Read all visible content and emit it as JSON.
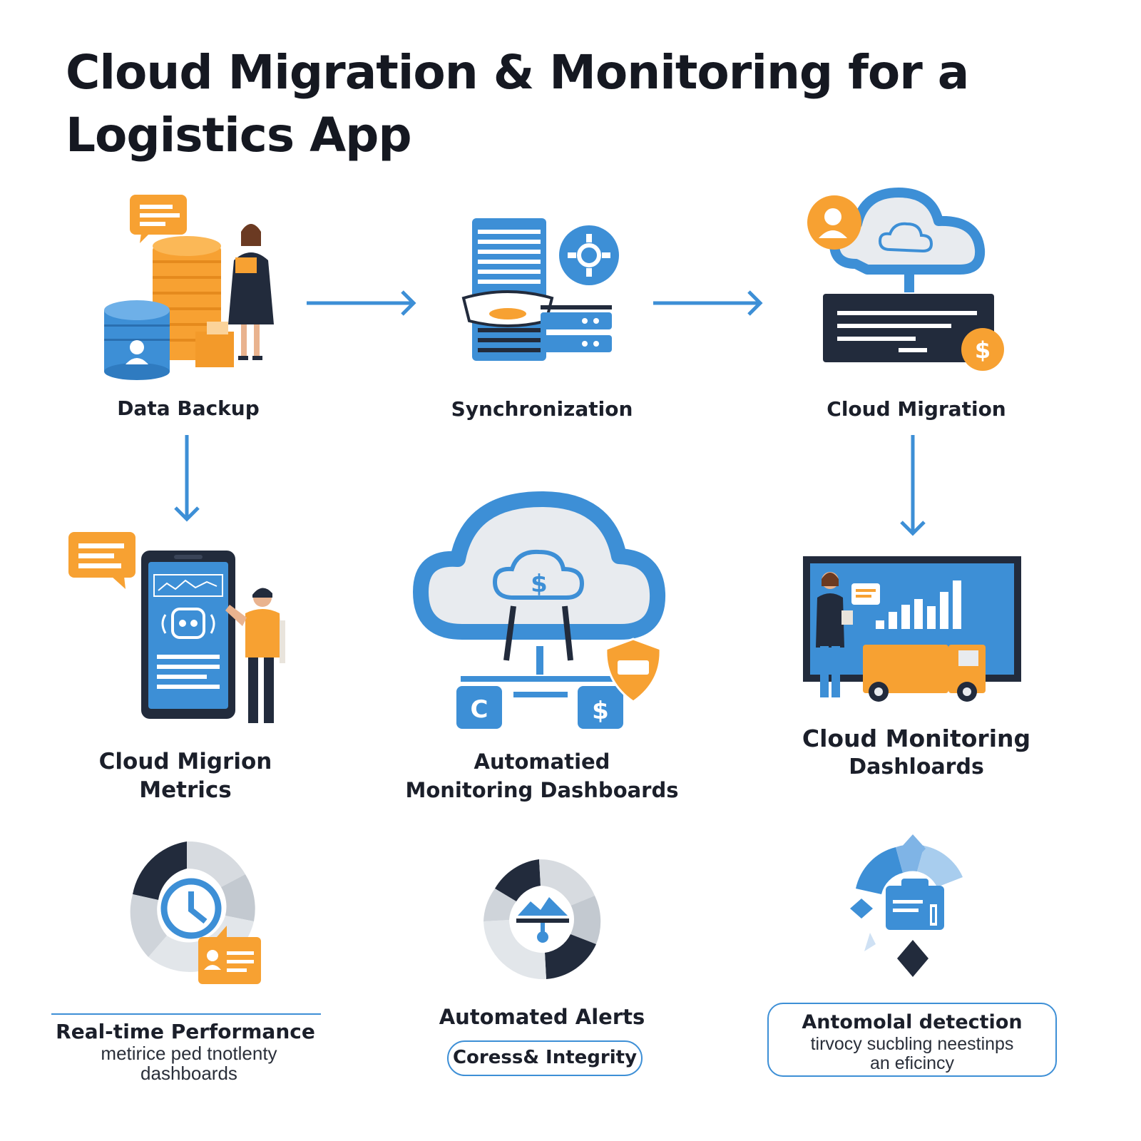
{
  "title": {
    "line1": "Cloud Migration & Monitoring for a",
    "line2": "Logistics App"
  },
  "steps": {
    "data_backup": "Data Backup",
    "synchronization": "Synchronization",
    "cloud_migration": "Cloud Migration",
    "cloud_migrion_metrics": {
      "line1": "Cloud Migrion",
      "line2": "Metrics"
    },
    "automated_monitoring": {
      "line1": "Automatied",
      "line2": "Monitoring Dashboards"
    },
    "cloud_monitoring": {
      "line1": "Cloud Monitoring",
      "line2": "Dashloards"
    }
  },
  "bottom": {
    "realtime": {
      "title": "Real-time Performance",
      "line1": "metirice ped tnotlenty",
      "line2": "dashboards"
    },
    "alerts": {
      "title": "Automated Alerts",
      "pill": "Coress& Integrity"
    },
    "anomaly": {
      "title": "Antomolal detection",
      "line1": "tirvocy sucbling neestinps",
      "line2": "an eficincy"
    }
  },
  "icons": [
    "chat-bubble-icon",
    "database-icon",
    "person-icon",
    "server-icon",
    "gear-icon",
    "cloud-icon",
    "monitor-icon",
    "dollar-icon",
    "phone-icon",
    "shield-icon",
    "truck-icon",
    "bar-chart-icon",
    "clock-icon",
    "alert-icon",
    "diamond-icon"
  ],
  "colors": {
    "blue": "#3d8fd6",
    "orange": "#f7a132",
    "navy": "#222b3c",
    "gray": "#d7dbe0"
  }
}
